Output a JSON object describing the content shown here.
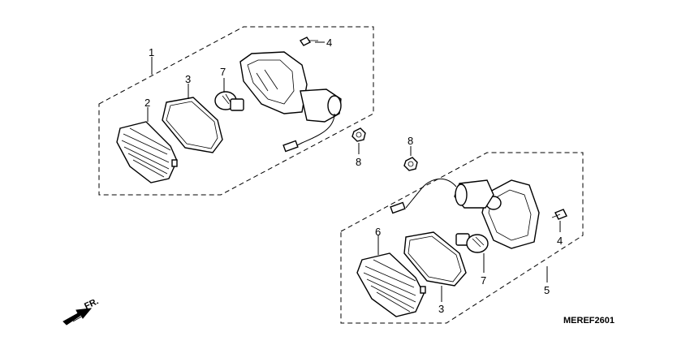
{
  "callouts": {
    "c1": "1",
    "c2": "2",
    "c3a": "3",
    "c4a": "4",
    "c7a": "7",
    "c8a": "8",
    "c8b": "8",
    "c4b": "4",
    "c6": "6",
    "c7b": "7",
    "c5": "5",
    "c3b": "3"
  },
  "direction_label": "FR.",
  "diagram_code": "MEREF2601"
}
